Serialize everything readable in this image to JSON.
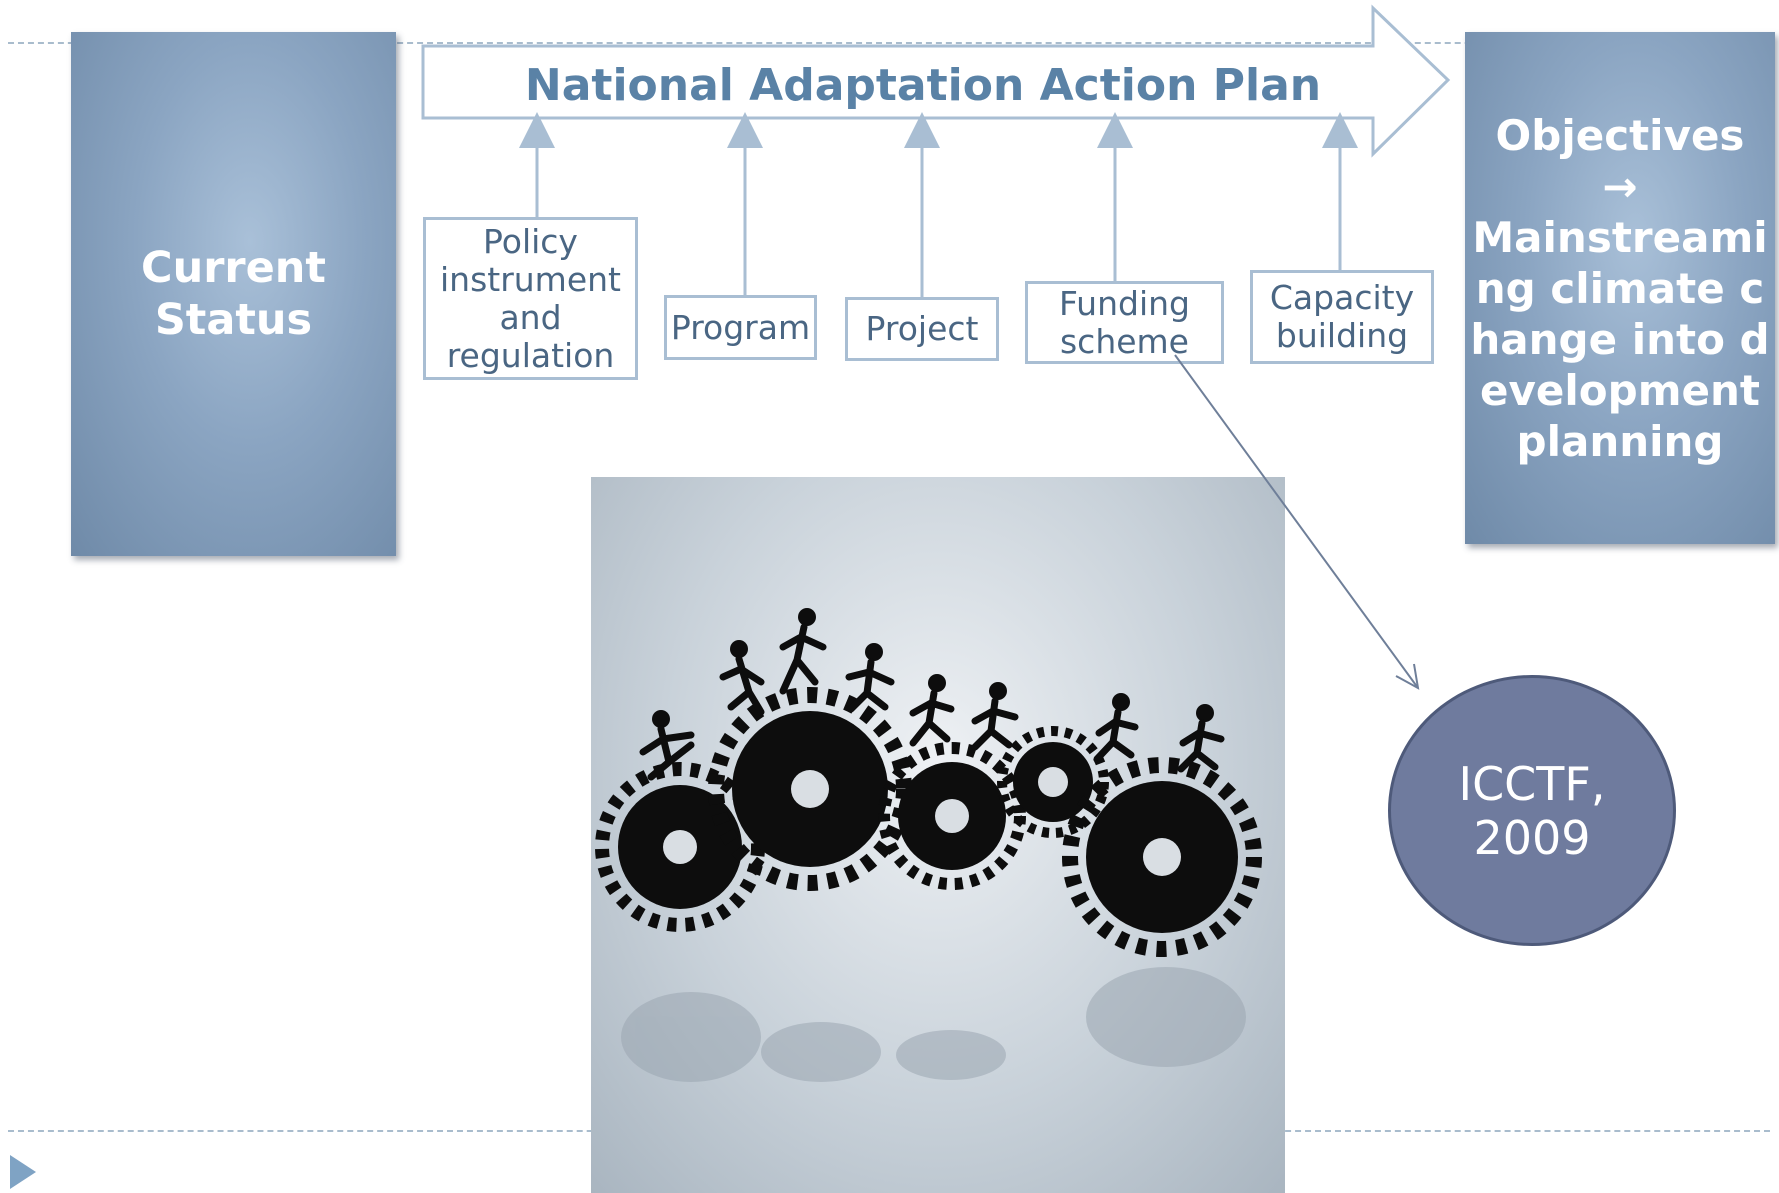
{
  "current_status": {
    "line1": "Current",
    "line2": "Status"
  },
  "plan_arrow": {
    "title": "National Adaptation Action Plan"
  },
  "instruments": [
    {
      "label": "Policy instrument and regulation"
    },
    {
      "label": "Program"
    },
    {
      "label": "Project"
    },
    {
      "label": "Funding scheme"
    },
    {
      "label": "Capacity building"
    }
  ],
  "objectives": {
    "line1": "Objectives",
    "arrow": "→",
    "line2": "Mainstreaming climate change into development planning"
  },
  "icctf": {
    "line1": "ICCTF,",
    "line2": "2009"
  },
  "photo": {
    "description_icon": "gears-with-people-image"
  },
  "colors": {
    "box_blue": "#8ba5c2",
    "arrow_outline": "#a9bed3",
    "title_blue": "#5a82a6",
    "text_blue": "#4a6683",
    "icctf_fill": "#6f7b9e"
  }
}
